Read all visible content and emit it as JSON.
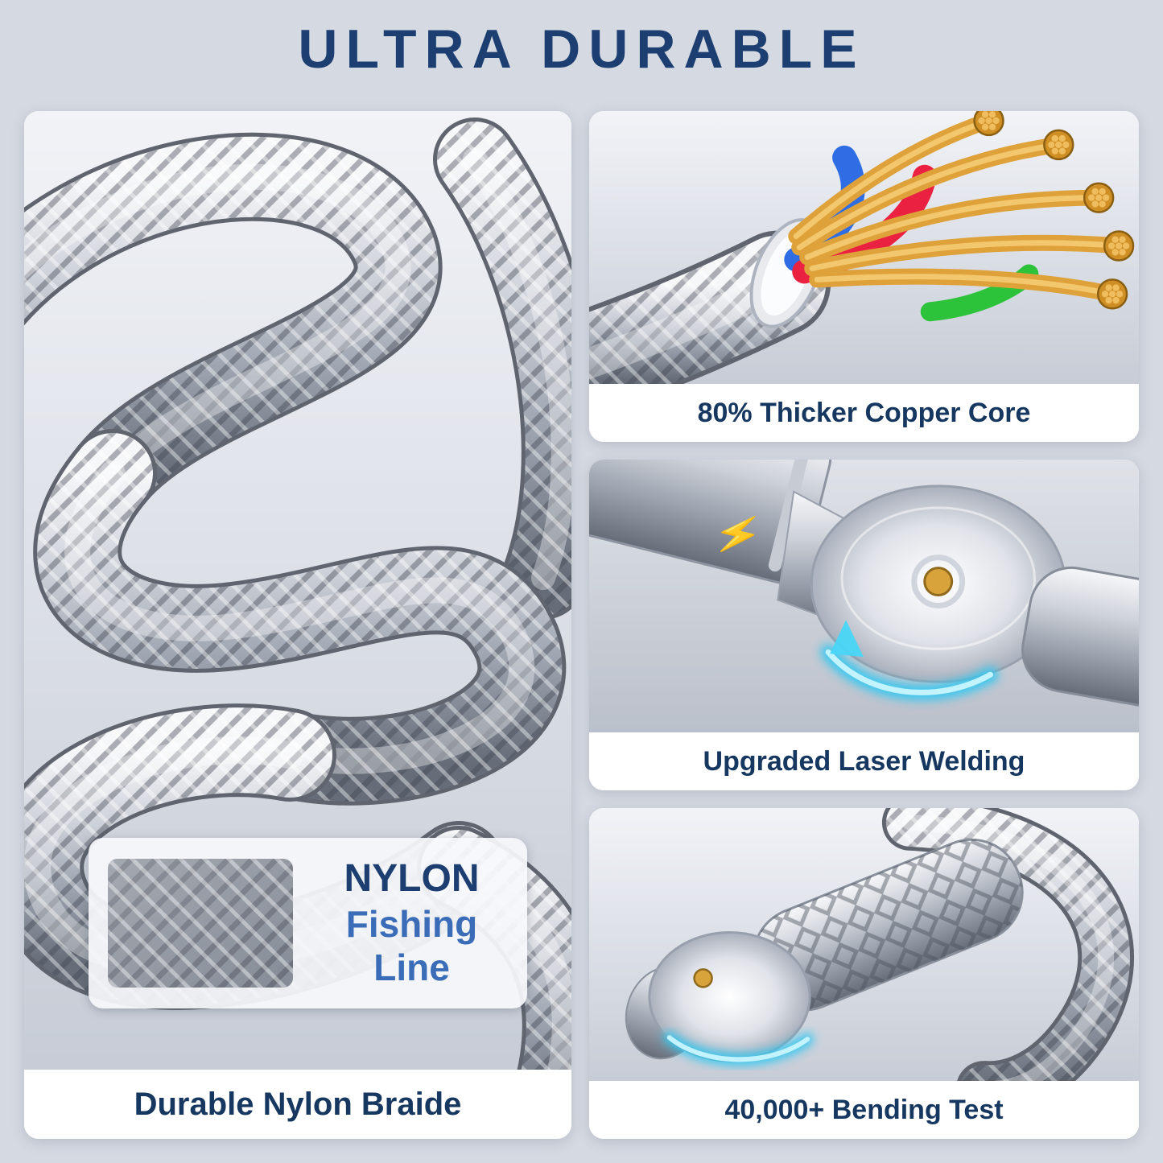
{
  "page": {
    "title": "ULTRA DURABLE",
    "icons": {
      "lightning": "⚡"
    },
    "colors": {
      "background": "#d5d9e2",
      "title_navy": "#1d3e70",
      "caption_navy": "#16375f",
      "accent_blue": "#3a6cb8",
      "copper_gold": "#dfa23a",
      "weld_cyan": "#2fc8f2",
      "wire_blue": "#2e6de4",
      "wire_red": "#ea2140",
      "wire_green": "#2cc23a",
      "braid_silver": "#9aa1ad"
    }
  },
  "panels": {
    "left": {
      "caption": "Durable Nylon Braide",
      "badge": {
        "line1": "NYLON",
        "line2": "Fishing",
        "line3": "Line"
      }
    },
    "top_right": {
      "caption": "80% Thicker Copper Core"
    },
    "mid_right": {
      "caption": "Upgraded Laser Welding"
    },
    "bottom_right": {
      "caption": "40,000+ Bending Test"
    }
  }
}
